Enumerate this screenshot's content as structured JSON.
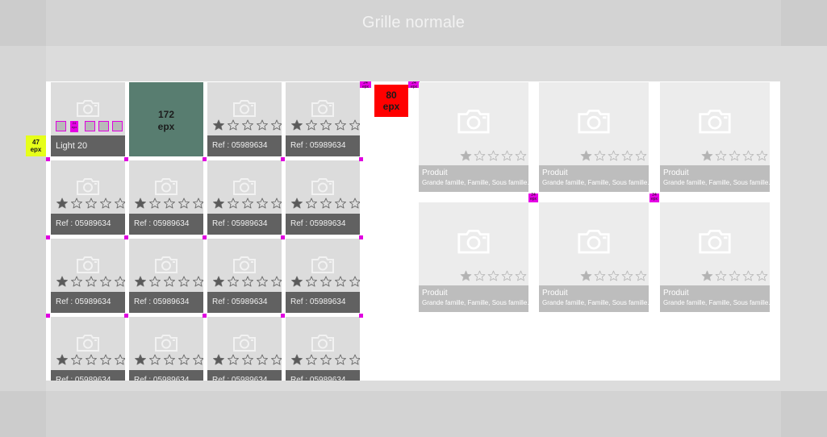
{
  "title": "Grille normale",
  "colors": {
    "marker_magenta": "#e600e6",
    "marker_yellow": "#e6ff1a",
    "marker_red": "#ff0000",
    "selected_tile": "#587d70",
    "small_bar": "#616161",
    "product_bar": "#bdbdbd"
  },
  "small_grid": {
    "first_tile_label": "Light 20",
    "ref_label": "Ref : 05989634",
    "selected_tile": {
      "value": "172",
      "unit": "epx"
    },
    "rating": 1,
    "max_rating": 5
  },
  "product_grid": {
    "name": "Produit",
    "category": "Grande famille, Famille, Sous famille.",
    "rating": 1,
    "max_rating": 5
  },
  "markers": {
    "left_spacing": {
      "value": "47",
      "unit": "epx"
    },
    "gap": {
      "value": "80",
      "unit": "epx"
    },
    "small_tag": "24 epx",
    "icon_tag": "24 epx"
  }
}
